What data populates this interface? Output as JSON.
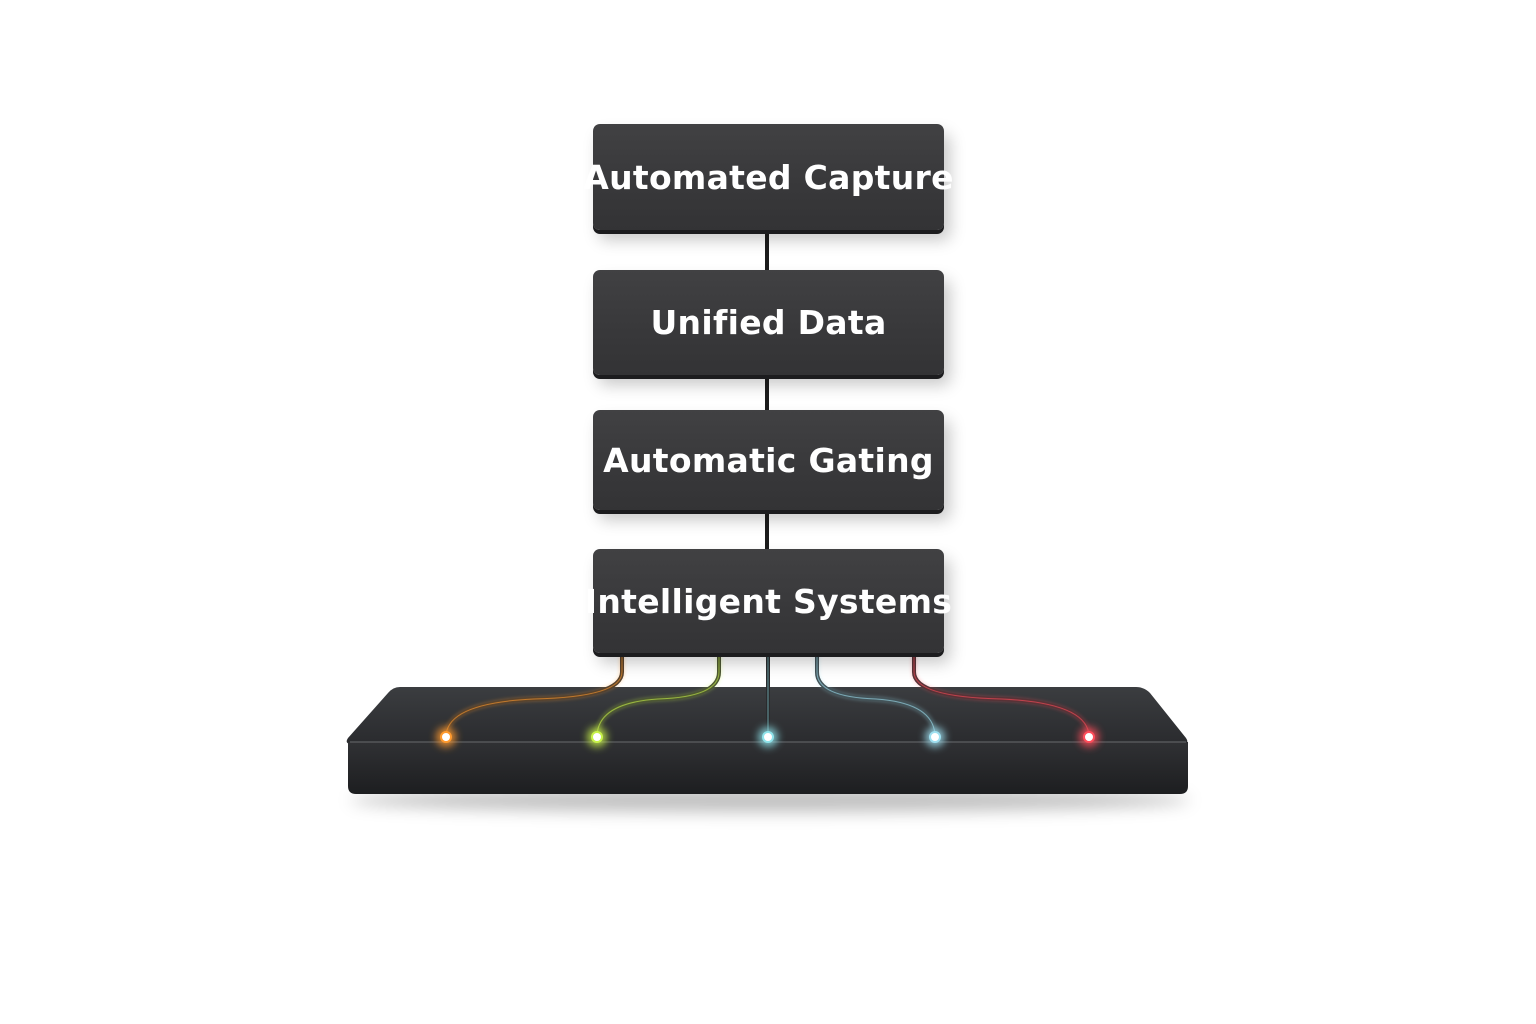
{
  "diagram": {
    "nodes": [
      {
        "id": "automated-capture",
        "label": "Automated Capture"
      },
      {
        "id": "unified-data",
        "label": "Unified Data"
      },
      {
        "id": "automatic-gating",
        "label": "Automatic Gating"
      },
      {
        "id": "intelligent-systems",
        "label": "Intelligent Systems"
      }
    ],
    "platform": {
      "lights": [
        {
          "id": "light-1",
          "color": "#ff9a2e"
        },
        {
          "id": "light-2",
          "color": "#c8f24a"
        },
        {
          "id": "light-3",
          "color": "#8fe3ea"
        },
        {
          "id": "light-4",
          "color": "#9fe0f0"
        },
        {
          "id": "light-5",
          "color": "#ff4d5a"
        }
      ]
    }
  }
}
